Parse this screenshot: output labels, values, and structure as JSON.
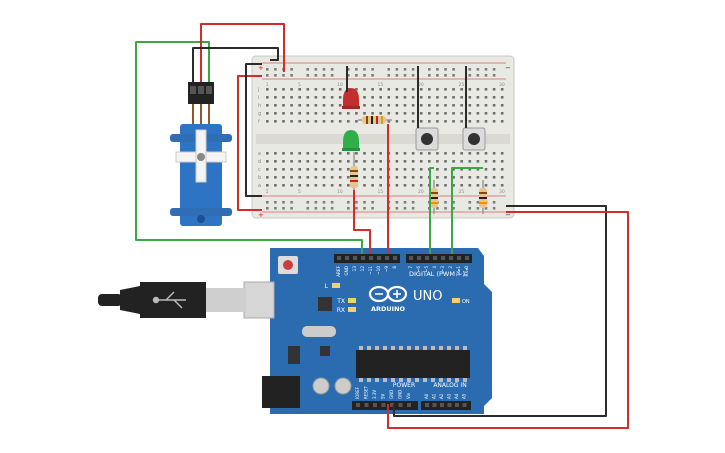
{
  "board": {
    "name_word": "UNO",
    "logo_caption": "ARDUINO",
    "digital_header": "DIGITAL (PWM ~)",
    "power_header": "POWER",
    "analog_header": "ANALOG IN",
    "on_label": "ON",
    "tx_label": "TX",
    "rx_label": "RX",
    "l_label": "L",
    "digital_pins": [
      "AREF",
      "GND",
      "13",
      "12",
      "~11",
      "~10",
      "~9",
      "8",
      "7",
      "~6",
      "~5",
      "4",
      "~3",
      "2",
      "TX▸1",
      "RX◂0"
    ],
    "power_pins": [
      "IOREF",
      "RESET",
      "3.3V",
      "5V",
      "GND",
      "GND",
      "Vin"
    ],
    "analog_pins": [
      "A0",
      "A1",
      "A2",
      "A3",
      "A4",
      "A5"
    ]
  },
  "breadboard": {
    "row_letters_top": [
      "j",
      "i",
      "h",
      "g",
      "f"
    ],
    "row_letters_bottom": [
      "e",
      "d",
      "c",
      "b",
      "a"
    ],
    "column_numbers": [
      "1",
      "5",
      "10",
      "15",
      "20",
      "25",
      "30"
    ],
    "rail_plus": "+",
    "rail_minus": "−"
  },
  "colors": {
    "wire_red": "#d42b2b",
    "wire_black": "#2b2b2b",
    "wire_green": "#3aa843",
    "board_blue": "#2b6cb0",
    "breadboard": "#e9e9e4",
    "servo_blue": "#2e74c4",
    "led_red": "#c22f2f",
    "led_green": "#2fae4a",
    "resistor": "#e7c58f"
  },
  "icons": [
    "usb-cable-icon",
    "arduino-infinity-logo-icon",
    "servo-icon",
    "pushbutton-icon",
    "led-icon",
    "resistor-icon"
  ]
}
